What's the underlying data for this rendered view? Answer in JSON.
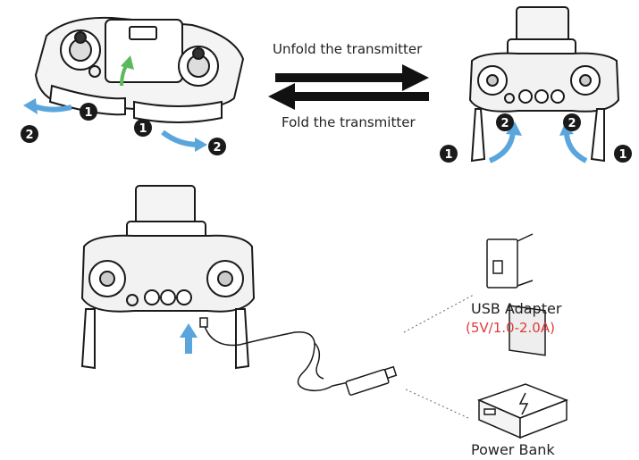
{
  "labels": {
    "unfold": "Unfold the transmitter",
    "fold": "Fold the transmitter",
    "usb_adapter": "USB Adapter",
    "usb_spec": "(5V/1.0-2.0A)",
    "power_bank": "Power Bank"
  },
  "steps": {
    "one": "1",
    "two": "2"
  },
  "colors": {
    "arrow_blue": "#5aa6dc",
    "arrow_green": "#5cb85c",
    "spec_red": "#e03a3a",
    "ink": "#1a1a1a"
  },
  "icons": [
    "transmitter-folded",
    "transmitter-unfolded",
    "usb-cable",
    "usb-adapter-icon",
    "power-bank-icon",
    "up-arrow-icon",
    "swap-arrows-icon"
  ]
}
